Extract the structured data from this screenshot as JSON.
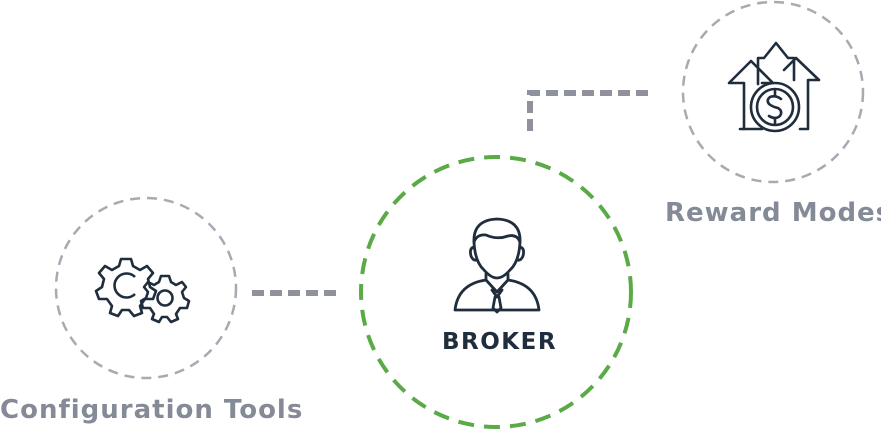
{
  "nodes": {
    "broker": {
      "label": "BROKER",
      "icon": "businessman-icon"
    },
    "configuration": {
      "label": "Configuration Tools",
      "icon": "gears-icon"
    },
    "reward": {
      "label": "Reward Modes",
      "icon": "dollar-growth-icon"
    }
  },
  "colors": {
    "broker_ring": "#5aab46",
    "outer_ring": "#a8aab3",
    "connector": "#8f929d",
    "icon_stroke": "#1f2d3d",
    "label_gray": "#858a97",
    "label_dark": "#1f2d3d"
  }
}
